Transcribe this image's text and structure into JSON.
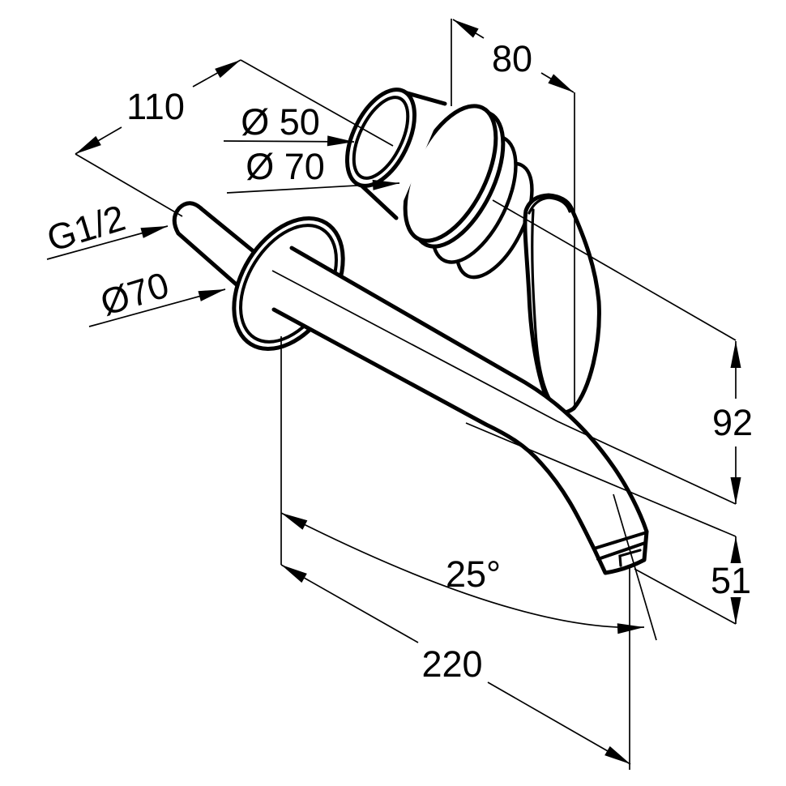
{
  "drawing": {
    "type": "technical dimension drawing",
    "subject": "wall-mounted single-lever basin mixer, side view with dimensions",
    "background_color": "#ffffff",
    "line_color": "#000000",
    "labels": {
      "depth_top": "80",
      "concealed_length": "110",
      "cartridge_diameter": "Ø 50",
      "escutcheon_diameter": "Ø 70",
      "thread_size": "G1/2",
      "flange_diameter": "Ø70",
      "height_wall_to_spout": "92",
      "outlet_height": "51",
      "spout_angle": "25°",
      "spout_reach": "220"
    }
  }
}
